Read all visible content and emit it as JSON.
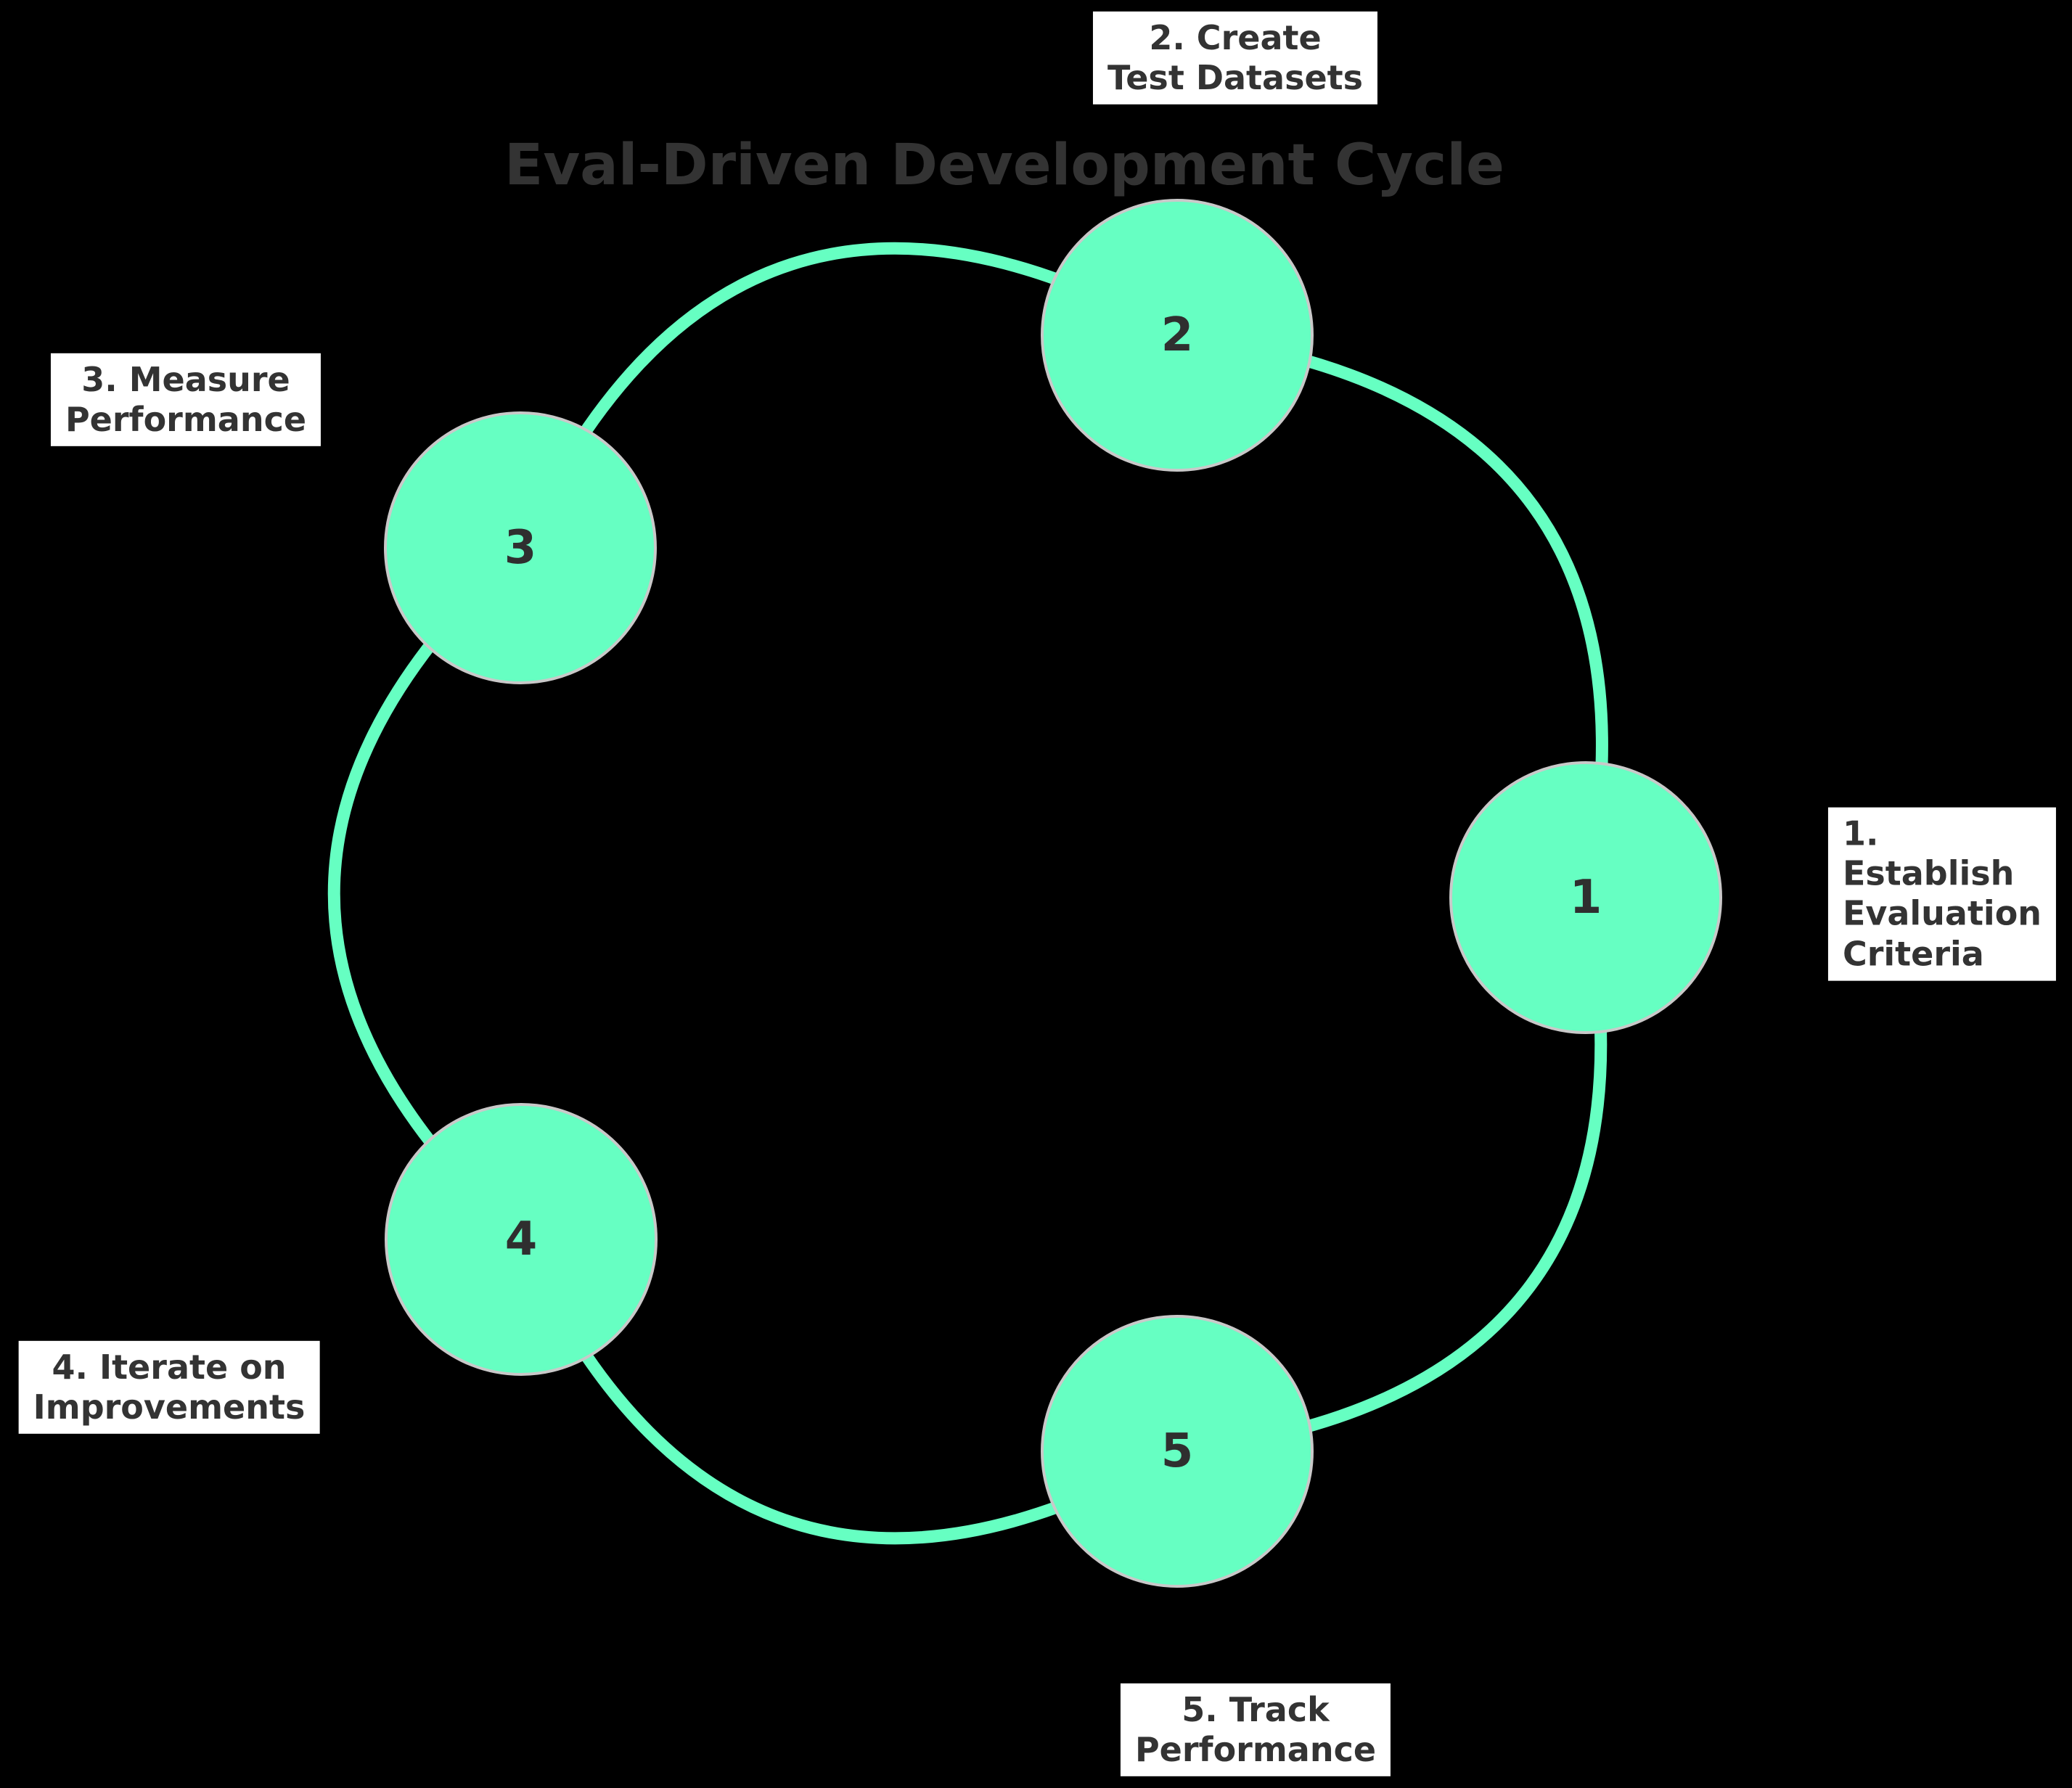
{
  "title": "Eval-Driven Development Cycle",
  "colors": {
    "background": "#000000",
    "node_fill": "#66ffc2",
    "node_edge": "#c9c9c9",
    "arc_stroke": "#66ffc2",
    "title_text": "#333333",
    "label_text": "#333333",
    "label_background": "#ffffff",
    "number_text": "#2f2f2f"
  },
  "nodes": [
    {
      "number": "1",
      "label": "1.\nEstablish\nEvaluation\nCriteria"
    },
    {
      "number": "2",
      "label": "2. Create\nTest Datasets"
    },
    {
      "number": "3",
      "label": "3. Measure\nPerformance"
    },
    {
      "number": "4",
      "label": "4. Iterate on\nImprovements"
    },
    {
      "number": "5",
      "label": "5. Track\nPerformance"
    }
  ]
}
